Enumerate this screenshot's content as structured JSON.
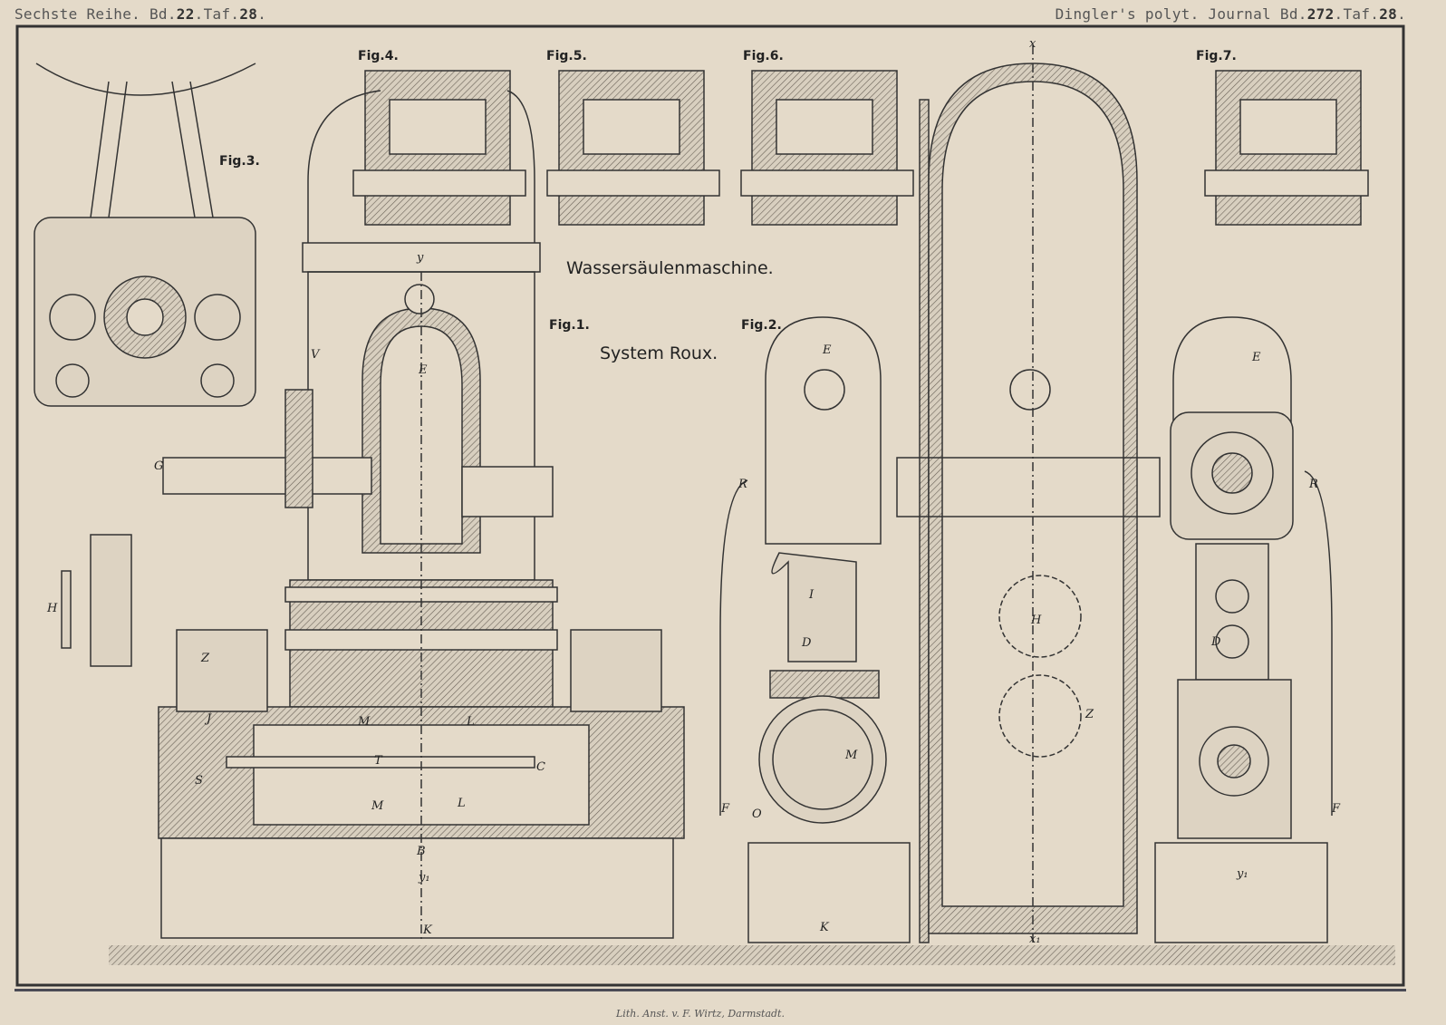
{
  "header": {
    "left": {
      "prefix": "Sechste Reihe. Bd.",
      "volume": "22",
      "mid": ".Taf.",
      "plate": "28",
      "end": "."
    },
    "right": {
      "prefix": "Dingler's polyt. Journal Bd.",
      "volume": "272",
      "mid": ".Taf.",
      "plate": "28",
      "end": "."
    }
  },
  "title": "Wassersäulenmaschine.",
  "subtitle": "System Roux.",
  "figures": [
    "Fig.1.",
    "Fig.2.",
    "Fig.3.",
    "Fig.4.",
    "Fig.5.",
    "Fig.6.",
    "Fig.7."
  ],
  "parts": {
    "E": "E",
    "G": "G",
    "H": "H",
    "V": "V",
    "Z": "Z",
    "J": "J",
    "S": "S",
    "M": "M",
    "L": "L",
    "T": "T",
    "K": "K",
    "y": "y",
    "y1": "y₁",
    "R": "R",
    "F": "F",
    "I": "I",
    "D": "D",
    "x": "x",
    "x1": "x₁",
    "O": "O",
    "B": "B",
    "C": "C"
  },
  "footer": "Lith. Anst. v. F. Wirtz, Darmstadt.",
  "colors": {
    "paper": "#e4dac9",
    "ink": "#2a2a2a",
    "hatch": "#b9b0a2"
  }
}
